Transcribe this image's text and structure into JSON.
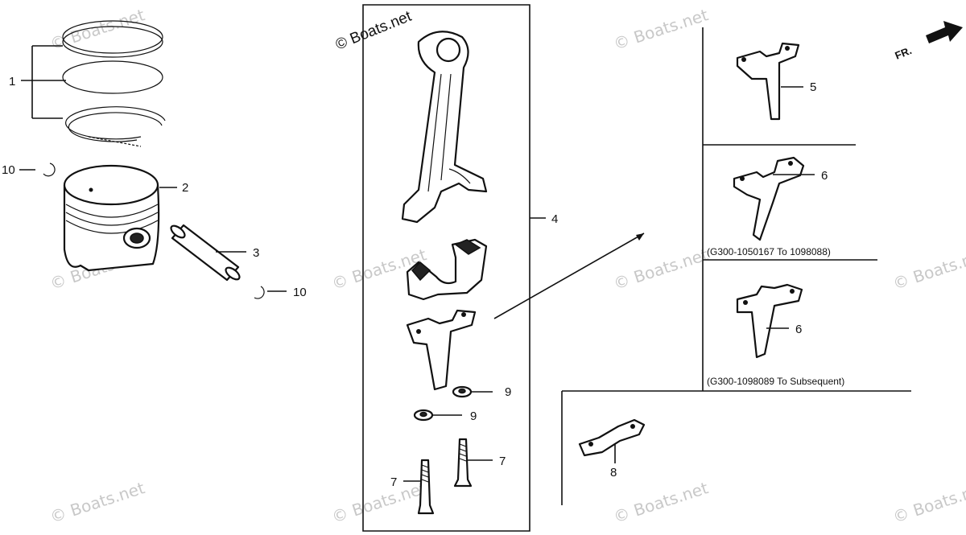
{
  "watermark": "© Boats.net",
  "direction_label": "FR.",
  "callouts": {
    "c1": "1",
    "c2": "2",
    "c3": "3",
    "c4": "4",
    "c5": "5",
    "c6a": "6",
    "c6b": "6",
    "c7a": "7",
    "c7b": "7",
    "c8": "8",
    "c9a": "9",
    "c9b": "9",
    "c10a": "10",
    "c10b": "10"
  },
  "variants": {
    "early": "(G300-1050167 To 1098088)",
    "late": "(G300-1098089 To Subsequent)"
  }
}
